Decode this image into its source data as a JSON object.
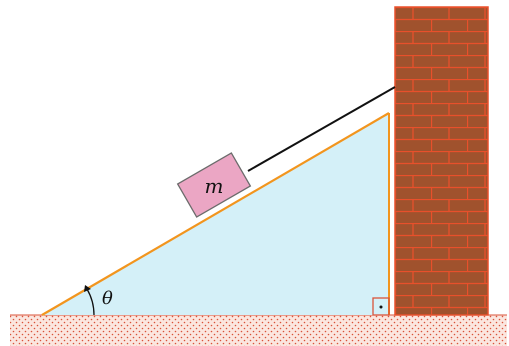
{
  "labels": {
    "mass": "m",
    "angle": "θ"
  },
  "colors": {
    "incline_fill": "#d4f0f8",
    "incline_edge": "#f2951e",
    "block_fill": "#eba6c4",
    "block_edge": "#6b6b6b",
    "brick": "#a0522d",
    "mortar": "#e8502b",
    "ground_fill": "#fbe6df",
    "ground_dots": "#d9533a",
    "rope": "#111111"
  },
  "icons": {
    "wall": "brick-wall",
    "ground": "hatched-ground",
    "right_angle": "right-angle-marker"
  }
}
